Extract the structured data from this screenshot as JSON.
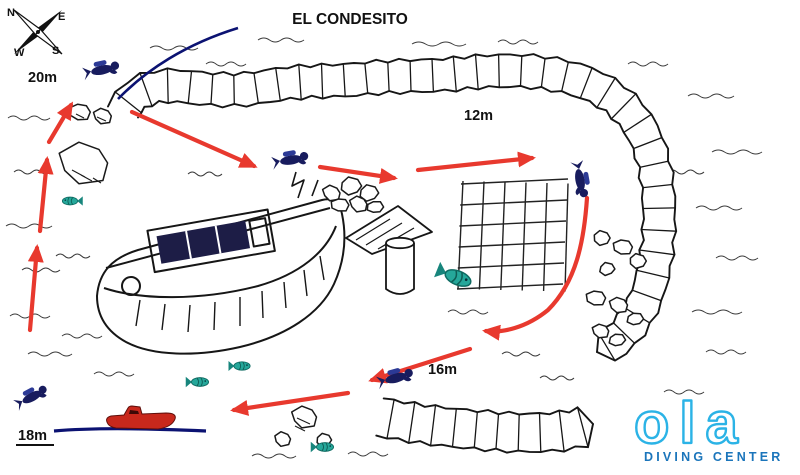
{
  "title": "EL CONDESITO",
  "compass": {
    "n": "N",
    "e": "E",
    "s": "S",
    "w": "W"
  },
  "depth_markers": {
    "top_left": "20m",
    "center": "12m",
    "bottom_center": "16m",
    "bottom_left": "18m"
  },
  "logo": {
    "brand": "ola",
    "subtitle": "DIVING CENTER"
  },
  "colors": {
    "route_arrow": "#e8392e",
    "diver": "#181c5e",
    "fish": "#25a79a",
    "boat": "#c8281c",
    "rope_line": "#0b1272",
    "logo_primary": "#2bb3e6",
    "logo_secondary": "#1b75bb",
    "ink": "#1a1a1a"
  }
}
